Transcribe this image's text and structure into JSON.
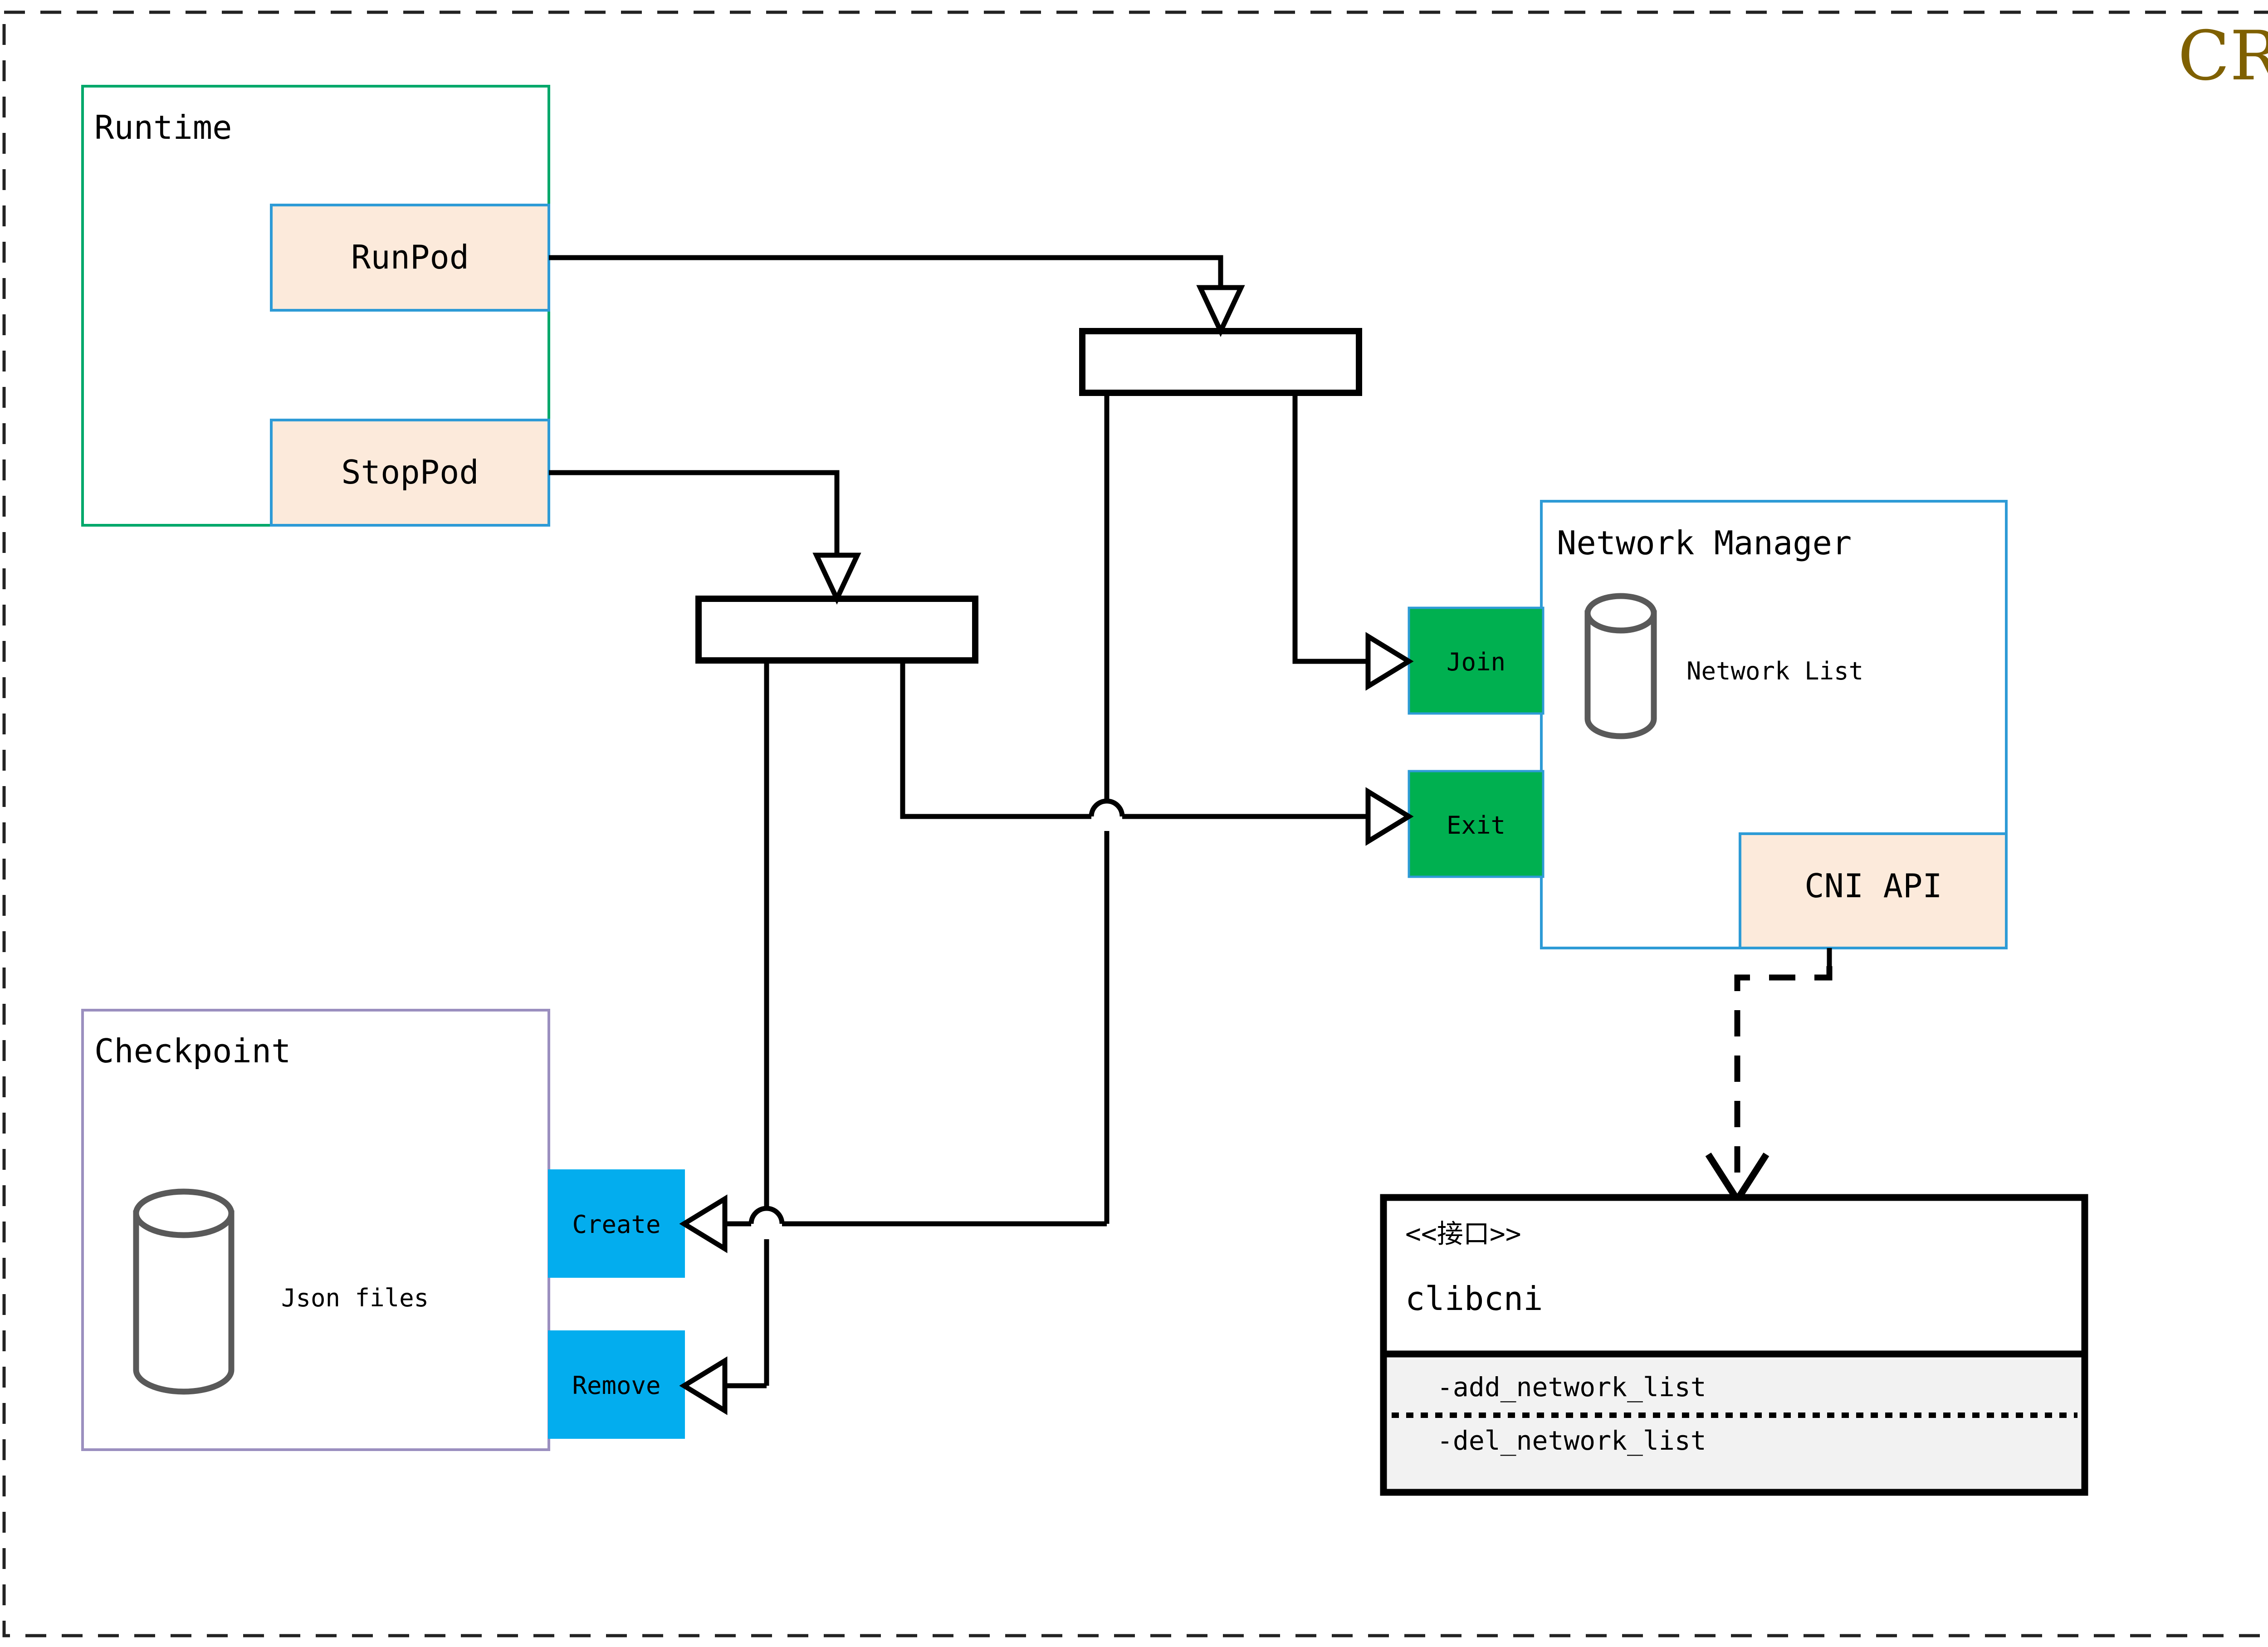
{
  "diagram": {
    "title": "CRI",
    "outer_frame": "dashed-boundary",
    "groups": [
      {
        "id": "runtime",
        "label": "Runtime",
        "border_color": "#00A86B",
        "fill": "#ffffff"
      },
      {
        "id": "checkpoint",
        "label": "Checkpoint",
        "border_color": "#9B8FBF",
        "fill": "#ffffff"
      },
      {
        "id": "network-manager",
        "label": "Network Manager",
        "border_color": "#2E9BD6",
        "fill": "#ffffff"
      }
    ],
    "nodes": [
      {
        "id": "runpod",
        "label": "RunPod",
        "fill": "#FCEADB",
        "border": "#2E9BD6"
      },
      {
        "id": "stoppod",
        "label": "StopPod",
        "fill": "#FCEADB",
        "border": "#2E9BD6"
      },
      {
        "id": "join",
        "label": "Join",
        "fill": "#00B050",
        "border": "#2E9BD6"
      },
      {
        "id": "exit",
        "label": "Exit",
        "fill": "#00B050",
        "border": "#2E9BD6"
      },
      {
        "id": "create",
        "label": "Create",
        "fill": "#03ADEE",
        "border": "#03ADEE"
      },
      {
        "id": "remove",
        "label": "Remove",
        "fill": "#03ADEE",
        "border": "#03ADEE"
      },
      {
        "id": "cni-api",
        "label": "CNI API",
        "fill": "#FCEADB",
        "border": "#2E9BD6"
      }
    ],
    "datastores": [
      {
        "id": "network-list",
        "label": "Network List",
        "stroke": "#595959"
      },
      {
        "id": "json-files",
        "label": "Json files",
        "stroke": "#595959"
      }
    ],
    "forks": [
      {
        "id": "fork-runpod",
        "label": ""
      },
      {
        "id": "fork-stoppod",
        "label": ""
      }
    ],
    "interface": {
      "id": "clibcni",
      "stereotype": "<<接口>>",
      "name": "clibcni",
      "methods": [
        "-add_network_list",
        "-del_network_list"
      ],
      "method_fill": "#F2F2F2",
      "border": "#000000"
    },
    "colors": {
      "accent_title": "#7F6000",
      "green": "#00B050",
      "cyan": "#03ADEE",
      "peach": "#FCEADB",
      "blue_border": "#2E9BD6",
      "green_border": "#00A86B",
      "purple_border": "#9B8FBF",
      "cylinder": "#595959",
      "line": "#000000"
    }
  }
}
